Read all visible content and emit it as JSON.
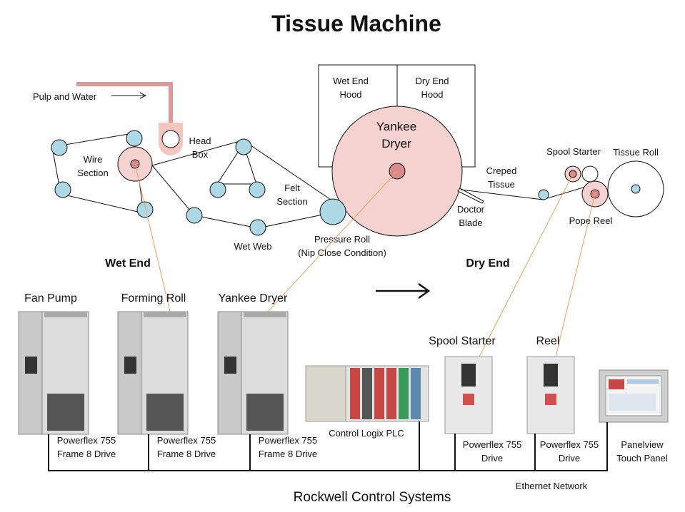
{
  "title": "Tissue Machine",
  "labels": {
    "pulp_water": "Pulp and Water",
    "head_box": [
      "Head",
      "Box"
    ],
    "wire_section": [
      "Wire",
      "Section"
    ],
    "felt_section": [
      "Felt",
      "Section"
    ],
    "wet_web": "Wet Web",
    "pressure_roll": [
      "Pressure Roll",
      "(Nip Close Condition)"
    ],
    "wet_end_hood": [
      "Wet End",
      "Hood"
    ],
    "dry_end_hood": [
      "Dry End",
      "Hood"
    ],
    "yankee_dryer": [
      "Yankee",
      "Dryer"
    ],
    "creped_tissue": [
      "Creped",
      "Tissue"
    ],
    "doctor_blade": [
      "Doctor",
      "Blade"
    ],
    "spool_starter": "Spool Starter",
    "tissue_roll": "Tissue Roll",
    "pope_reel": "Pope Reel",
    "wet_end": "Wet End",
    "dry_end": "Dry End"
  },
  "drives": [
    {
      "title": "Fan Pump",
      "caption": [
        "Powerflex 755",
        "Frame 8 Drive"
      ]
    },
    {
      "title": "Forming Roll",
      "caption": [
        "Powerflex 755",
        "Frame 8 Drive"
      ]
    },
    {
      "title": "Yankee Dryer",
      "caption": [
        "Powerflex 755",
        "Frame 8 Drive"
      ]
    },
    {
      "title": "Spool Starter",
      "caption": [
        "Powerflex 755",
        "Drive"
      ]
    },
    {
      "title": "Reel",
      "caption": [
        "Powerflex 755",
        "Drive"
      ]
    }
  ],
  "plc": {
    "caption": "Control Logix PLC"
  },
  "panel": {
    "caption": [
      "Panelview",
      "Touch Panel"
    ]
  },
  "network": {
    "label": "Ethernet Network"
  },
  "footer": "Rockwell Control Systems",
  "colors": {
    "roll_fill": "#add8e6",
    "yankee_fill": "#f4d2cf",
    "accent_pink": "#d98a8a",
    "link_orange": "#f0a060"
  }
}
